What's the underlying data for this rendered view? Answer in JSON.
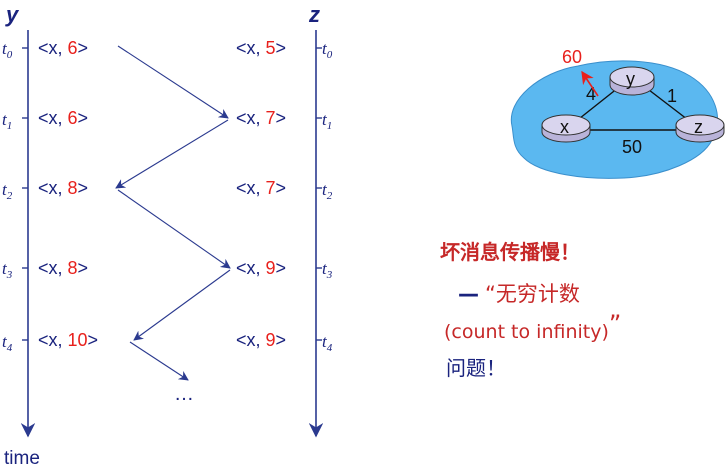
{
  "timeline": {
    "left_node": "y",
    "right_node": "z",
    "time_label": "time",
    "ellipsis": "…",
    "t_labels": [
      {
        "main": "t",
        "sub": "0"
      },
      {
        "main": "t",
        "sub": "1"
      },
      {
        "main": "t",
        "sub": "2"
      },
      {
        "main": "t",
        "sub": "3"
      },
      {
        "main": "t",
        "sub": "4"
      }
    ],
    "y_vectors": [
      {
        "prefix": "<x, ",
        "value": "6",
        "suffix": ">"
      },
      {
        "prefix": "<x, ",
        "value": "6",
        "suffix": ">"
      },
      {
        "prefix": "<x, ",
        "value": "8",
        "suffix": ">"
      },
      {
        "prefix": "<x, ",
        "value": "8",
        "suffix": ">"
      },
      {
        "prefix": "<x, ",
        "value": "10",
        "suffix": ">"
      }
    ],
    "z_vectors": [
      {
        "prefix": "<x, ",
        "value": "5",
        "suffix": ">"
      },
      {
        "prefix": "<x, ",
        "value": "7",
        "suffix": ">"
      },
      {
        "prefix": "<x, ",
        "value": "7",
        "suffix": ">"
      },
      {
        "prefix": "<x, ",
        "value": "9",
        "suffix": ">"
      },
      {
        "prefix": "<x, ",
        "value": "9",
        "suffix": ">"
      }
    ]
  },
  "network": {
    "routers": [
      "x",
      "y",
      "z"
    ],
    "link_xy": "4",
    "link_yz": "1",
    "link_xz": "50",
    "changed_cost": "60",
    "cloud_color": "#5bb8f0",
    "changed_color": "#e8201c"
  },
  "notes": {
    "title": "坏消息传播慢！",
    "dash": "—",
    "quote_line": "“无穷计数",
    "english": "(count to infinity)",
    "close_quote": "”",
    "last": "问题！"
  },
  "colors": {
    "text": "#1a237e",
    "highlight": "#e8201c",
    "arrow": "#2b3a8f"
  }
}
